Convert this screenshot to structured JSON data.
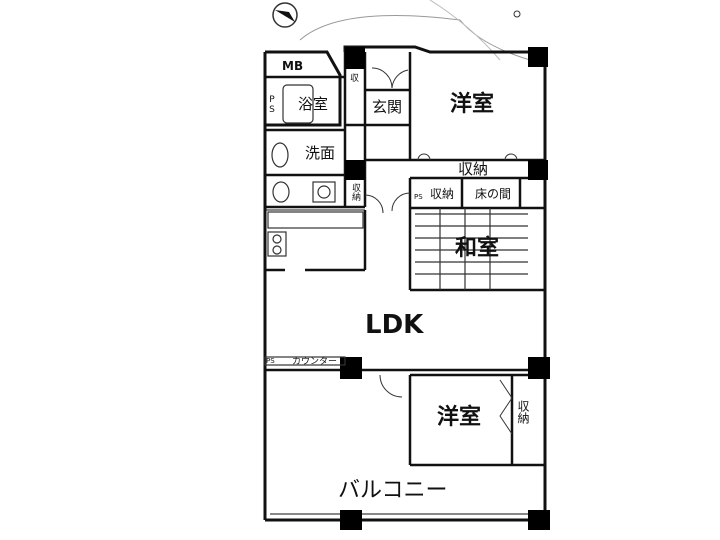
{
  "rooms": {
    "mb": "MB",
    "storage_top": "収",
    "bath": "浴室",
    "ps_left": "PS",
    "entrance": "玄関",
    "western_top": "洋室",
    "washroom": "洗面",
    "storage_mid": "収納",
    "closet_top": "収納",
    "ps_mid": "PS",
    "closet_small": "収納",
    "tokonoma": "床の間",
    "japanese": "和室",
    "ldk": "LDK",
    "ps_lower": "PS",
    "counter": "カウンター",
    "western_bottom": "洋室",
    "closet_bottom": "収納",
    "balcony": "バルコニー"
  },
  "colors": {
    "wall": "#111111",
    "pillar": "#000000",
    "line": "#333333",
    "paper": "#ffffff"
  }
}
